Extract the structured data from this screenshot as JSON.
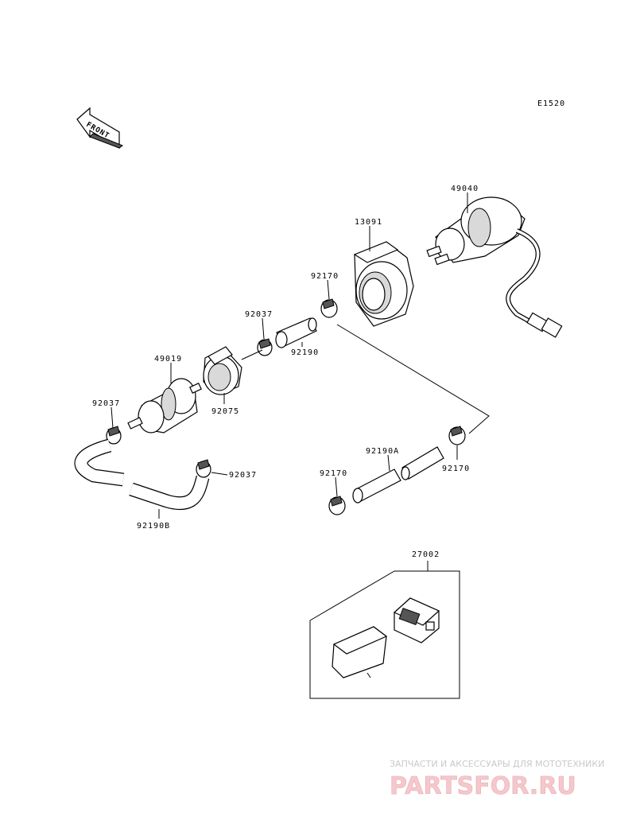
{
  "figure_code": "E1520",
  "front_arrow": {
    "label": "FRONT",
    "icon": "front-arrow-icon"
  },
  "part_labels": {
    "p49040": "49040",
    "p13091": "13091",
    "p92170_top": "92170",
    "p92037_top": "92037",
    "p92190": "92190",
    "p49019": "49019",
    "p92075": "92075",
    "p92037_left": "92037",
    "p92037_mid": "92037",
    "p92190B": "92190B",
    "p92190A": "92190A",
    "p92170_left": "92170",
    "p92170_right": "92170",
    "p27002": "27002"
  },
  "watermark": {
    "line1": "ЗАПЧАСТИ И АКСЕССУАРЫ ДЛЯ МОТОТЕХНИКИ",
    "line2": "PARTSFOR.RU"
  }
}
